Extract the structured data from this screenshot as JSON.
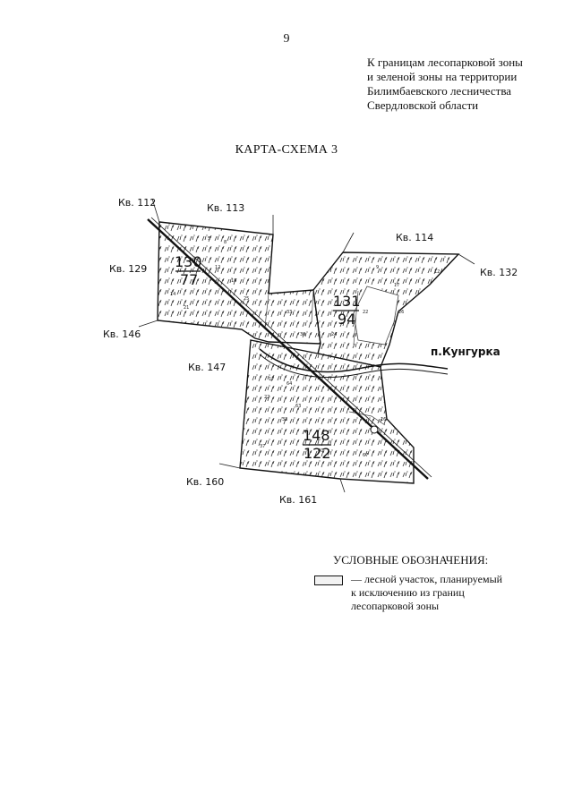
{
  "page_number": "9",
  "header_note": [
    "К границам лесопарковой зоны",
    "и зеленой зоны на территории",
    "Билимбаевского лесничества",
    "Свердловской области"
  ],
  "map_title": "КАРТА-СХЕМА 3",
  "map": {
    "quarter_labels": {
      "q112": "Кв. 112",
      "q113": "Кв. 113",
      "q114": "Кв. 114",
      "q129": "Кв. 129",
      "q132": "Кв. 132",
      "q146": "Кв. 146",
      "q147": "Кв. 147",
      "q160": "Кв. 160",
      "q161": "Кв. 161"
    },
    "settlement": "п.Кунгурка",
    "plots": {
      "p130_top": "130",
      "p130_bottom": "77",
      "p131_top": "131",
      "p131_bottom": "94",
      "p148_top": "148",
      "p148_bottom": "122"
    }
  },
  "legend": {
    "title": "УСЛОВНЫЕ ОБОЗНАЧЕНИЯ:",
    "lines": [
      "— лесной участок, планируемый",
      "к исключению из границ",
      "лесопарковой зоны"
    ]
  }
}
